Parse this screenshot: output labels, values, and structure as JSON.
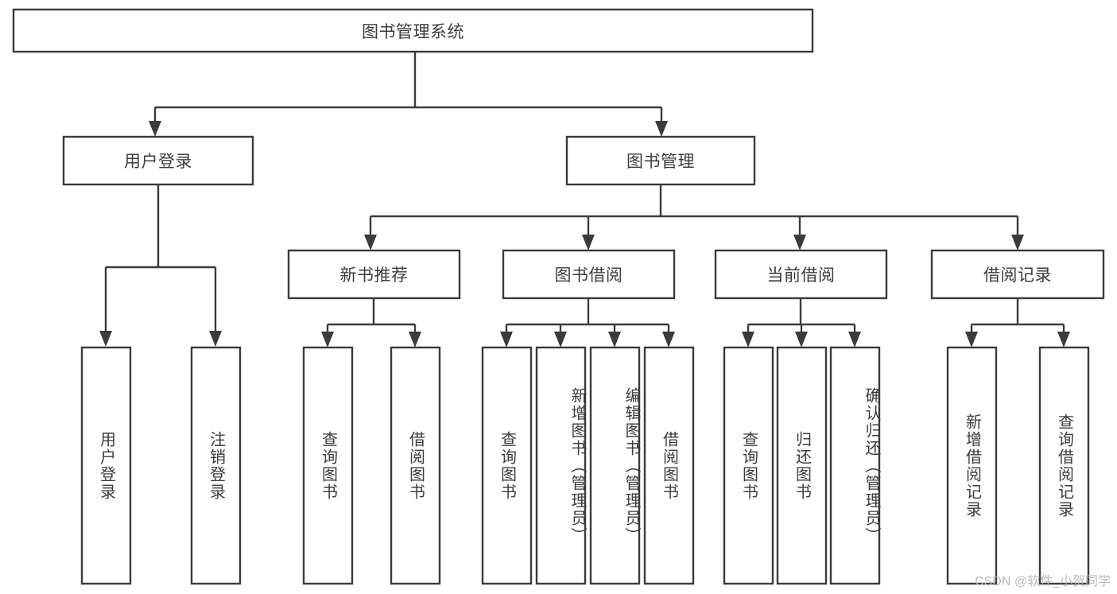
{
  "diagram": {
    "type": "tree-hierarchy",
    "orientation": "top-down",
    "background_color": "#ffffff",
    "stroke_color": "#3b3b3b",
    "text_color": "#3c3c3c",
    "root": {
      "id": "root",
      "label": "图书管理系统",
      "level": 0
    },
    "level1": [
      {
        "id": "user-login",
        "label": "用户登录"
      },
      {
        "id": "book-management",
        "label": "图书管理"
      }
    ],
    "level2": [
      {
        "id": "new-book-recommend",
        "label": "新书推荐",
        "parent": "book-management"
      },
      {
        "id": "book-borrow",
        "label": "图书借阅",
        "parent": "book-management"
      },
      {
        "id": "current-borrow",
        "label": "当前借阅",
        "parent": "book-management"
      },
      {
        "id": "borrow-record",
        "label": "借阅记录",
        "parent": "book-management"
      }
    ],
    "leaves": {
      "user_login": [
        {
          "id": "leaf-user-login",
          "label": "用户登录"
        },
        {
          "id": "leaf-logout",
          "label": "注销登录"
        }
      ],
      "new_book_recommend": [
        {
          "id": "leaf-query-book-1",
          "label": "查询图书"
        },
        {
          "id": "leaf-borrow-book-1",
          "label": "借阅图书"
        }
      ],
      "book_borrow": [
        {
          "id": "leaf-query-book-2",
          "label": "查询图书"
        },
        {
          "id": "leaf-add-book",
          "label": "新增图书（管理员）"
        },
        {
          "id": "leaf-edit-book",
          "label": "编辑图书（管理员）"
        },
        {
          "id": "leaf-borrow-book-2",
          "label": "借阅图书"
        }
      ],
      "current_borrow": [
        {
          "id": "leaf-query-book-3",
          "label": "查询图书"
        },
        {
          "id": "leaf-return-book",
          "label": "归还图书"
        },
        {
          "id": "leaf-confirm-return",
          "label": "确认归还（管理员）"
        }
      ],
      "borrow_record": [
        {
          "id": "leaf-add-record",
          "label": "新增借阅记录"
        },
        {
          "id": "leaf-query-record",
          "label": "查询借阅记录"
        }
      ]
    }
  },
  "watermark": {
    "text": "CSDN @软件_小贺同学"
  }
}
